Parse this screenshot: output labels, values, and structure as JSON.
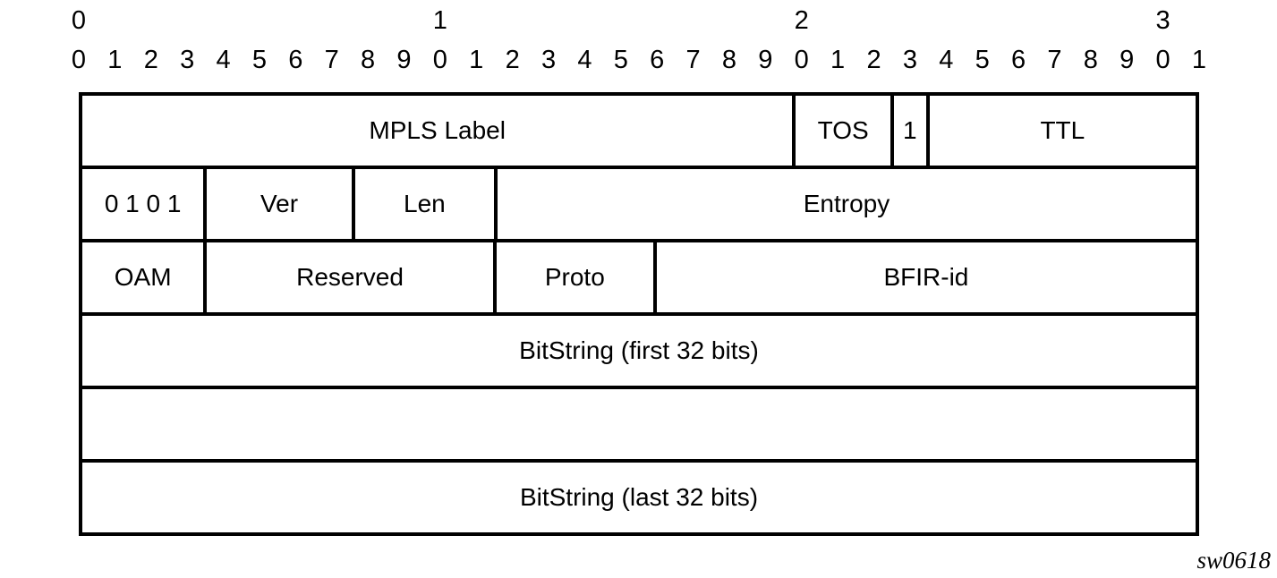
{
  "figure": {
    "ruler": {
      "tens": [
        {
          "label": "0",
          "bit": 0
        },
        {
          "label": "1",
          "bit": 10
        },
        {
          "label": "2",
          "bit": 20
        },
        {
          "label": "3",
          "bit": 30
        }
      ],
      "bit_digits": [
        "0",
        "1",
        "2",
        "3",
        "4",
        "5",
        "6",
        "7",
        "8",
        "9",
        "0",
        "1",
        "2",
        "3",
        "4",
        "5",
        "6",
        "7",
        "8",
        "9",
        "0",
        "1",
        "2",
        "3",
        "4",
        "5",
        "6",
        "7",
        "8",
        "9",
        "0",
        "1"
      ],
      "total_bits": 32
    },
    "rows": [
      {
        "name": "mpls-shim",
        "fields": [
          {
            "label": "MPLS Label",
            "width_pct": 64.1
          },
          {
            "label": "TOS",
            "width_pct": 8.8
          },
          {
            "label": "1",
            "width_pct": 3.2
          },
          {
            "label": "TTL",
            "width_pct": 23.9
          }
        ]
      },
      {
        "name": "bier-word1",
        "fields": [
          {
            "label": "0 1 0 1",
            "width_pct": 11.2
          },
          {
            "label": "Ver",
            "width_pct": 13.3
          },
          {
            "label": "Len",
            "width_pct": 12.8
          },
          {
            "label": "Entropy",
            "width_pct": 62.7
          }
        ]
      },
      {
        "name": "bier-word2",
        "fields": [
          {
            "label": "OAM",
            "width_pct": 11.2
          },
          {
            "label": "Reserved",
            "width_pct": 26.0
          },
          {
            "label": "Proto",
            "width_pct": 14.4
          },
          {
            "label": "BFIR-id",
            "width_pct": 48.4
          }
        ]
      },
      {
        "name": "bitstring-first",
        "fields": [
          {
            "label": "BitString (first 32 bits)",
            "width_pct": 100
          }
        ]
      },
      {
        "name": "bitstring-cont",
        "fields": [
          {
            "label": "",
            "width_pct": 100
          }
        ]
      },
      {
        "name": "bitstring-last",
        "fields": [
          {
            "label": "BitString (last 32 bits)",
            "width_pct": 100
          }
        ]
      }
    ],
    "caption": "sw0618"
  },
  "colors": {
    "line": "#000000",
    "text": "#000000",
    "background": "#ffffff"
  }
}
